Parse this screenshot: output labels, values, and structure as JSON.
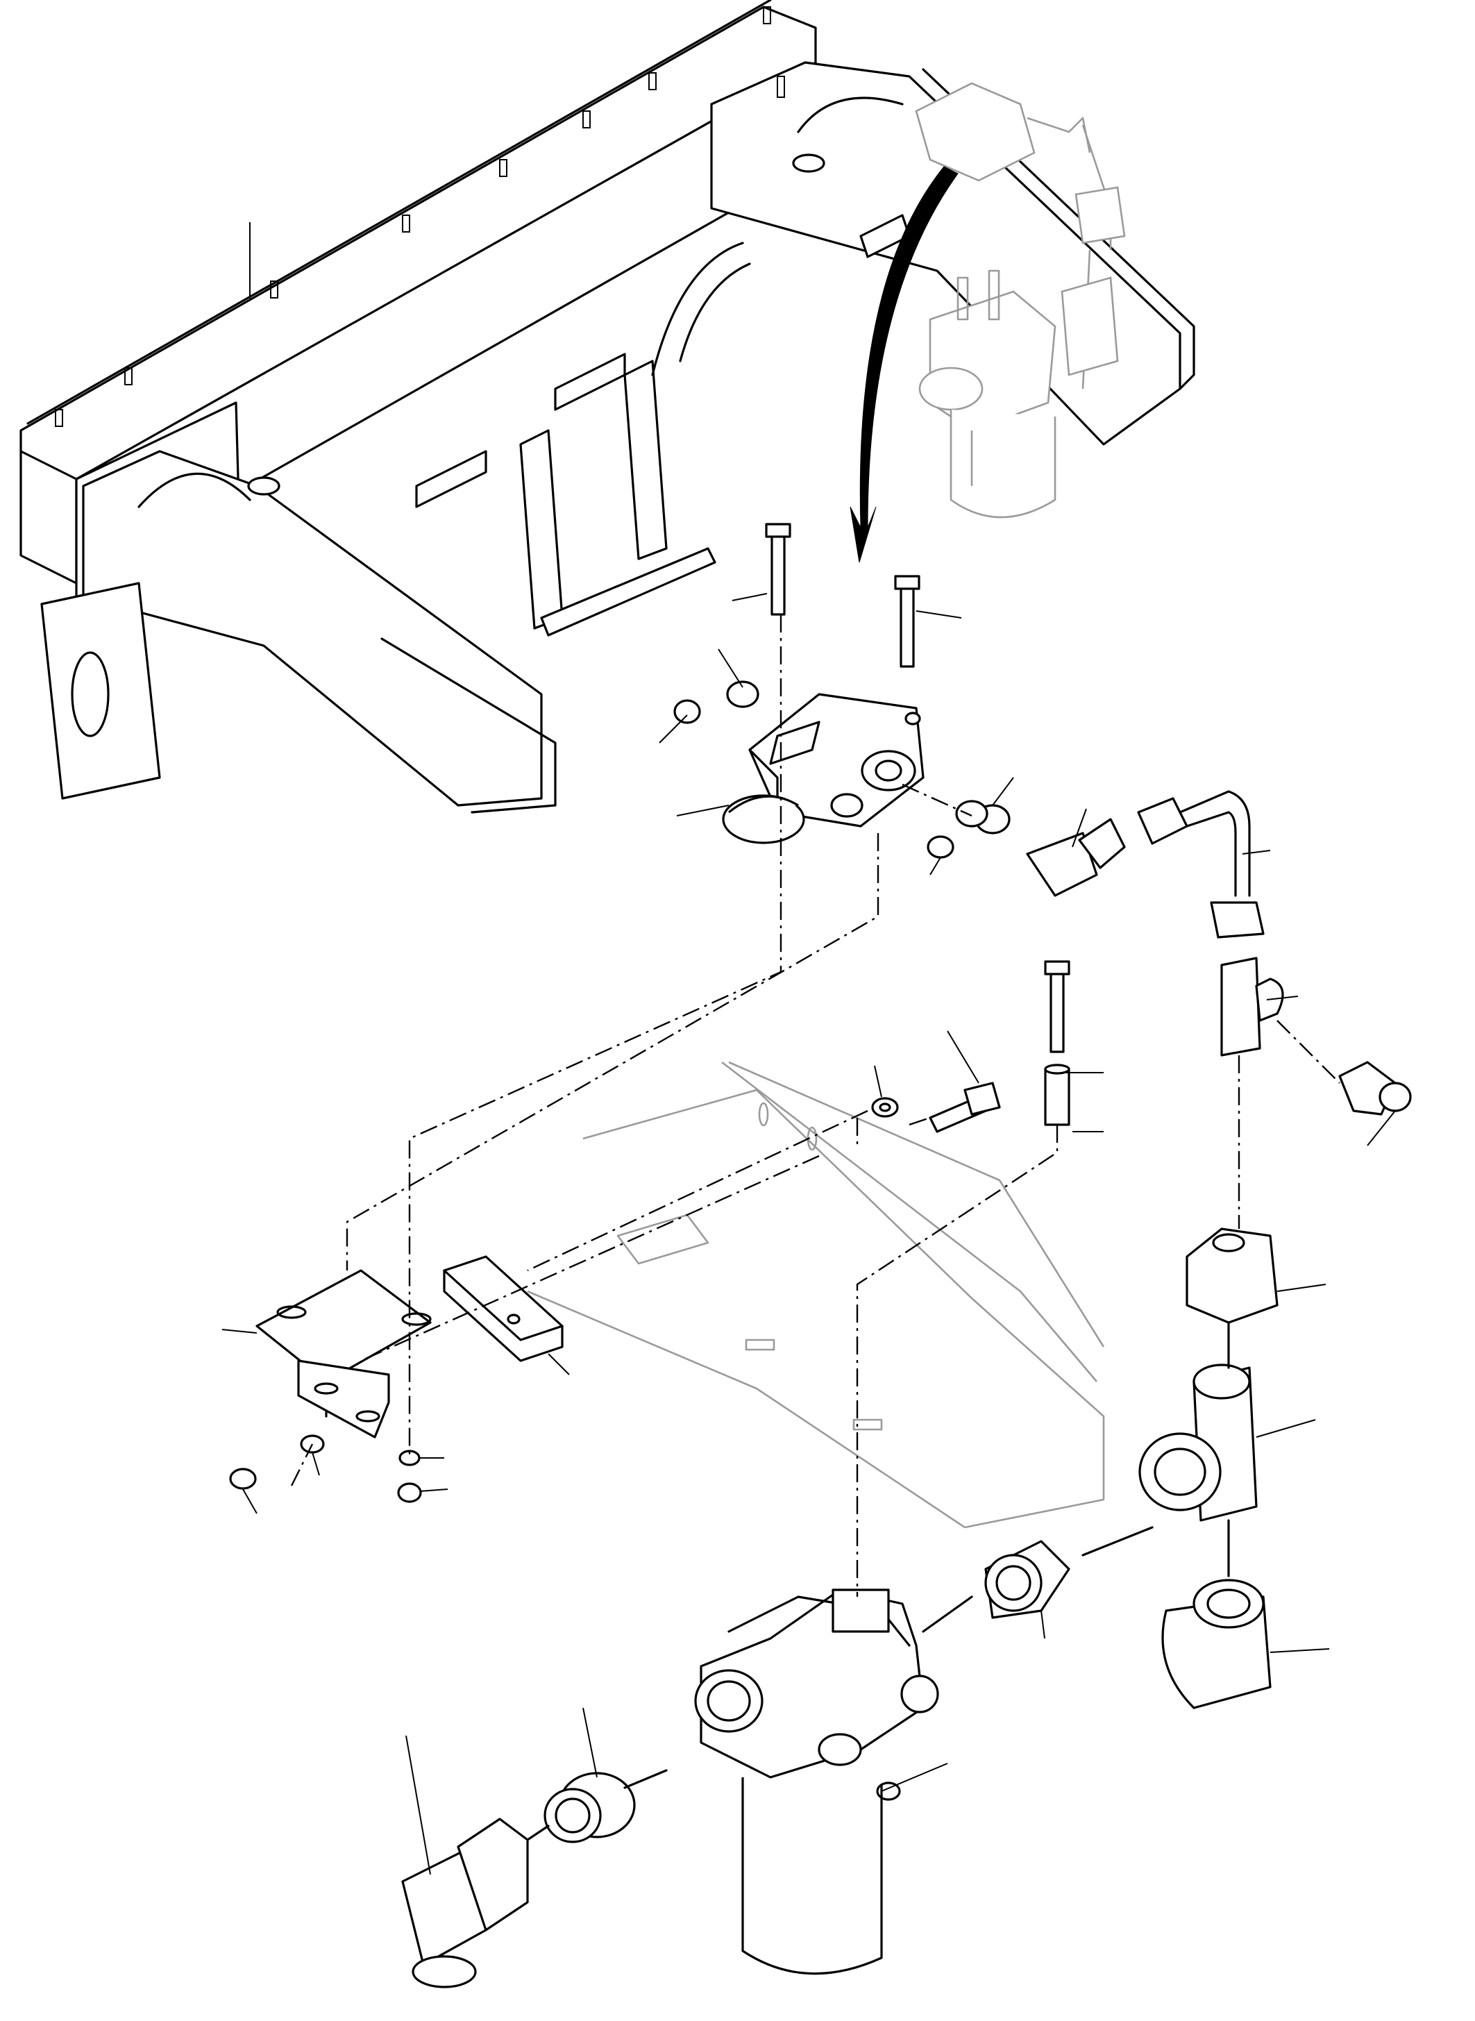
{
  "figure": {
    "lineColor": "#000000",
    "ghostColor": "#9a9a9a",
    "background": "#ffffff"
  },
  "parts": [
    {
      "id": "frame",
      "icon": "chassis-frame-icon"
    },
    {
      "id": "valve-block",
      "icon": "hydraulic-valve-block-icon"
    },
    {
      "id": "filter-assembly",
      "icon": "hydraulic-filter-icon"
    },
    {
      "id": "mounting-bracket",
      "icon": "bracket-icon"
    },
    {
      "id": "spacer-block",
      "icon": "spacer-block-icon"
    },
    {
      "id": "pipe",
      "icon": "bent-pipe-icon"
    },
    {
      "id": "tee-fittings",
      "icon": "tee-fitting-icon"
    },
    {
      "id": "elbow-fittings",
      "icon": "elbow-fitting-icon"
    },
    {
      "id": "adapters",
      "icon": "adapter-fitting-icon"
    },
    {
      "id": "fasteners",
      "icon": "bolt-washer-nut-icon"
    }
  ]
}
